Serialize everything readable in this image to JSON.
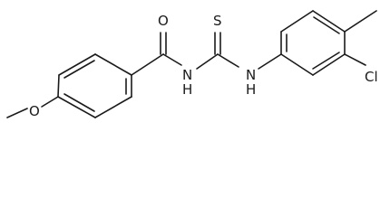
{
  "molecule": {
    "atom_labels": {
      "carbonyl_oxygen": "O",
      "thiocarbonyl_sulfur": "S",
      "amide_nh": "N\nH",
      "thioamide_nh": "N\nH",
      "methoxy_oxygen": "O",
      "chlorine": "Cl"
    }
  }
}
